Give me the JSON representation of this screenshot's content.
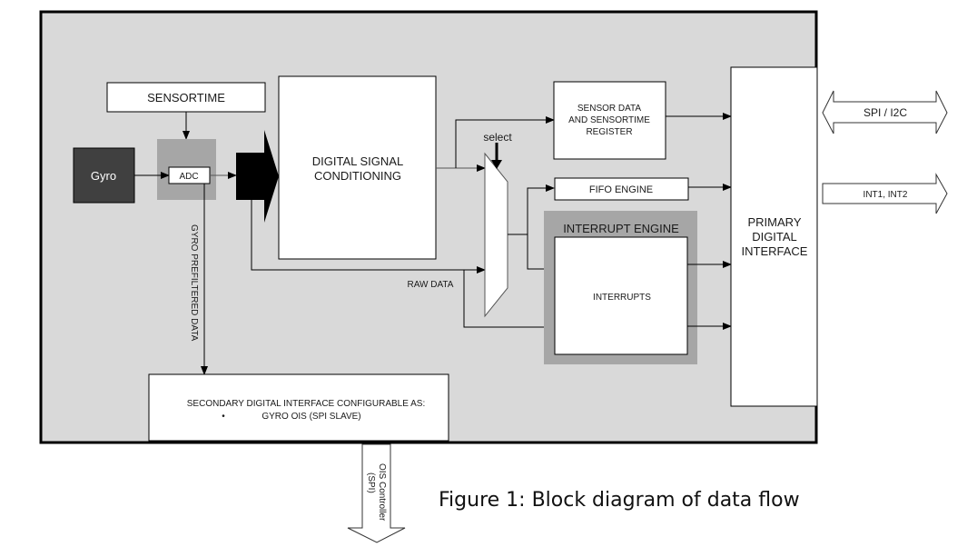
{
  "diagram": {
    "caption": "Figure 1: Block diagram of data flow",
    "colors": {
      "background": "#d9d9d9",
      "block_fill": "#ffffff",
      "gyro_fill": "#404040",
      "adc_group_fill": "#a6a6a6",
      "interrupt_group_fill": "#a6a6a6",
      "line": "#000000",
      "text": "#1a1a1a"
    },
    "blocks": {
      "sensortime": "SENSORTIME",
      "gyro": "Gyro",
      "adc": "ADC",
      "dsc": [
        "DIGITAL SIGNAL",
        "CONDITIONING"
      ],
      "sensor_data": [
        "SENSOR DATA",
        "AND SENSORTIME",
        "REGISTER"
      ],
      "fifo": "FIFO ENGINE",
      "interrupt_engine": "INTERRUPT ENGINE",
      "interrupts": "INTERRUPTS",
      "primary": [
        "PRIMARY",
        "DIGITAL",
        "INTERFACE"
      ],
      "secondary": [
        "SECONDARY DIGITAL INTERFACE CONFIGURABLE AS:",
        "GYRO OIS (SPI SLAVE)"
      ],
      "secondary_bullet": "•"
    },
    "labels": {
      "select": "select",
      "raw_data": "RAW DATA",
      "gyro_prefiltered": "GYRO PREFILTERED DATA"
    },
    "external": {
      "spi_i2c": "SPI / I2C",
      "int": "INT1, INT2",
      "ois_line1": "OIS Controller",
      "ois_line2": "(SPI)"
    }
  }
}
